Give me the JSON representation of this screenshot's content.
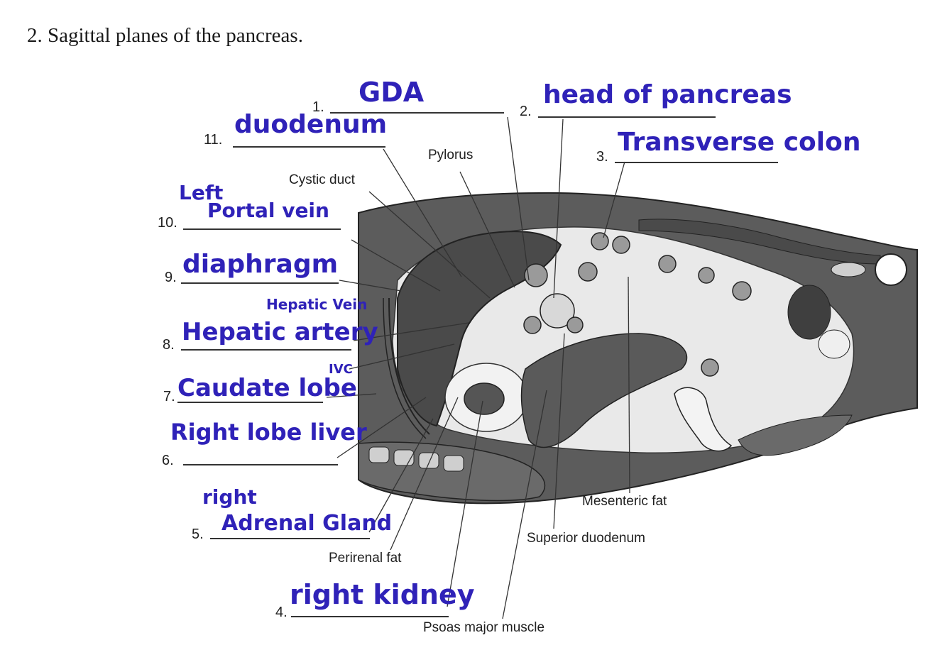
{
  "title": "2. Sagittal planes of the pancreas.",
  "printed_labels": {
    "pylorus": "Pylorus",
    "cystic_duct": "Cystic duct",
    "mesenteric_fat": "Mesenteric fat",
    "superior_duodenum": "Superior duodenum",
    "perirenal_fat": "Perirenal fat",
    "psoas_major_muscle": "Psoas major muscle"
  },
  "blanks": [
    {
      "number": "1.",
      "answer": "GDA"
    },
    {
      "number": "2.",
      "answer": "head of pancreas"
    },
    {
      "number": "3.",
      "answer": "Transverse colon"
    },
    {
      "number": "4.",
      "answer": "right kidney"
    },
    {
      "number": "5.",
      "answer_line1": "right",
      "answer_line2": "Adrenal Gland"
    },
    {
      "number": "6.",
      "answer": "Right lobe liver"
    },
    {
      "number": "7.",
      "answer": "Caudate lobe"
    },
    {
      "number": "8.",
      "answer": "Hepatic artery"
    },
    {
      "number": "9.",
      "answer": "diaphragm"
    },
    {
      "number": "10.",
      "answer_line1": "Left",
      "answer_line2": "Portal vein"
    },
    {
      "number": "11.",
      "answer": "duodenum"
    }
  ],
  "extra_handwritten": {
    "hepatic_vein": "Hepatic Vein",
    "ivc": "IVC"
  },
  "colors": {
    "handwriting": "#2f22b8",
    "tissue_dark": "#4a4a4a",
    "tissue_mid": "#9a9a9a",
    "tissue_light": "#e4e4e4"
  }
}
